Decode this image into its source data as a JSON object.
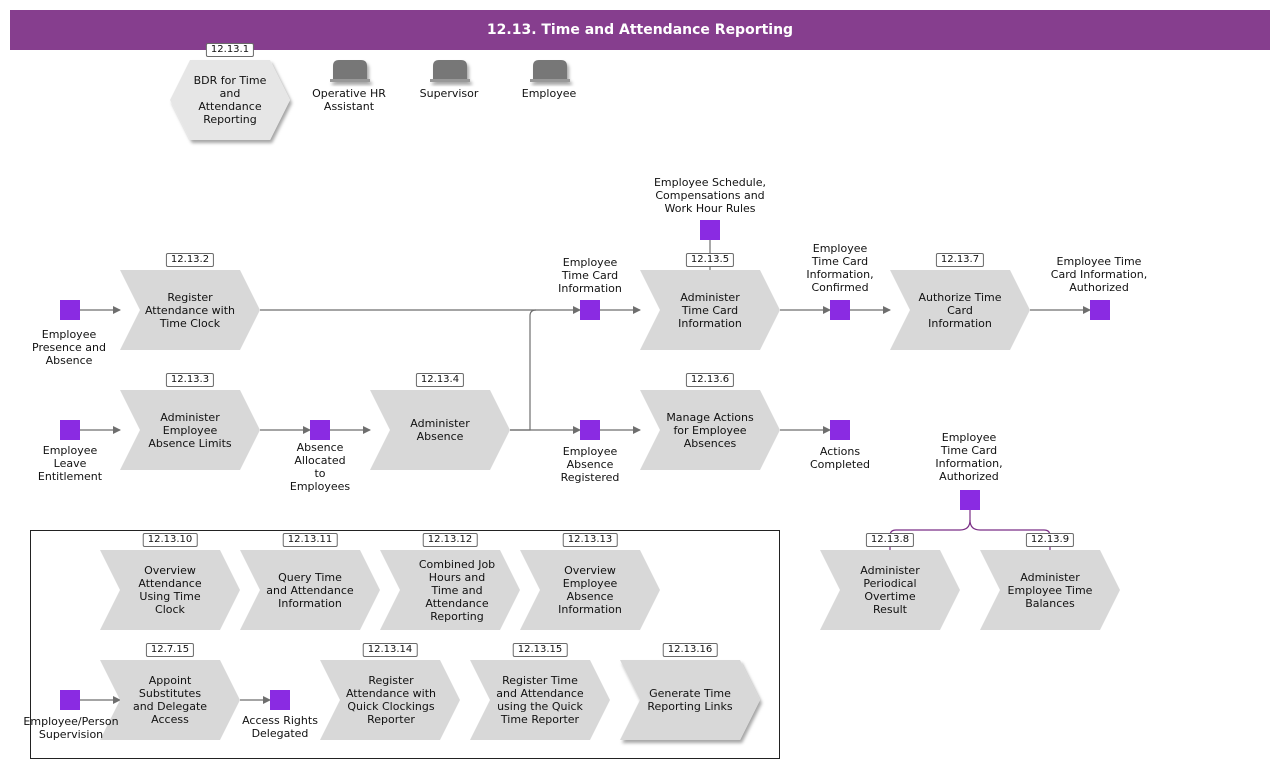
{
  "title": "12.13. Time and Attendance Reporting",
  "legend": {
    "bdr": {
      "id": "12.13.1",
      "label": "BDR for Time\nand\nAttendance\nReporting"
    },
    "roles": [
      "Operative HR\nAssistant",
      "Supervisor",
      "Employee"
    ]
  },
  "processes": {
    "p2": {
      "id": "12.13.2",
      "label": "Register\nAttendance with\nTime Clock"
    },
    "p3": {
      "id": "12.13.3",
      "label": "Administer\nEmployee\nAbsence Limits"
    },
    "p4": {
      "id": "12.13.4",
      "label": "Administer\nAbsence"
    },
    "p5": {
      "id": "12.13.5",
      "label": "Administer\nTime Card\nInformation"
    },
    "p6": {
      "id": "12.13.6",
      "label": "Manage Actions\nfor Employee\nAbsences"
    },
    "p7": {
      "id": "12.13.7",
      "label": "Authorize Time\nCard\nInformation"
    },
    "p8": {
      "id": "12.13.8",
      "label": "Administer\nPeriodical\nOvertime\nResult"
    },
    "p9": {
      "id": "12.13.9",
      "label": "Administer\nEmployee Time\nBalances"
    },
    "p10": {
      "id": "12.13.10",
      "label": "Overview\nAttendance\nUsing Time\nClock"
    },
    "p11": {
      "id": "12.13.11",
      "label": "Query Time\nand Attendance\nInformation"
    },
    "p12": {
      "id": "12.13.12",
      "label": "Combined Job\nHours and\nTime and\nAttendance\nReporting"
    },
    "p13": {
      "id": "12.13.13",
      "label": "Overview\nEmployee\nAbsence\nInformation"
    },
    "p715": {
      "id": "12.7.15",
      "label": "Appoint\nSubstitutes\nand Delegate\nAccess"
    },
    "p14": {
      "id": "12.13.14",
      "label": "Register\nAttendance with\nQuick Clockings\nReporter"
    },
    "p15": {
      "id": "12.13.15",
      "label": "Register Time\nand Attendance\nusing the Quick\nTime Reporter"
    },
    "p16": {
      "id": "12.13.16",
      "label": "Generate Time\nReporting Links"
    }
  },
  "events": {
    "e_presence": "Employee\nPresence and\nAbsence",
    "e_leave": "Employee\nLeave\nEntitlement",
    "e_allocated": "Absence\nAllocated\nto\nEmployees",
    "e_tci": "Employee\nTime Card\nInformation",
    "e_absreg": "Employee\nAbsence\nRegistered",
    "e_sched": "Employee Schedule,\nCompensations and\nWork Hour Rules",
    "e_confirmed": "Employee\nTime Card\nInformation,\nConfirmed",
    "e_actions": "Actions\nCompleted",
    "e_authorized": "Employee Time\nCard Information,\nAuthorized",
    "e_authorized2": "Employee\nTime Card\nInformation,\nAuthorized",
    "e_person": "Employee/Person\nSupervision",
    "e_access": "Access Rights\nDelegated"
  },
  "colors": {
    "header": "#863e8e",
    "event": "#8a2be2",
    "process_fill": "#d8d8d8",
    "connector": "#6e6e6e",
    "branch": "#7b2f86"
  }
}
